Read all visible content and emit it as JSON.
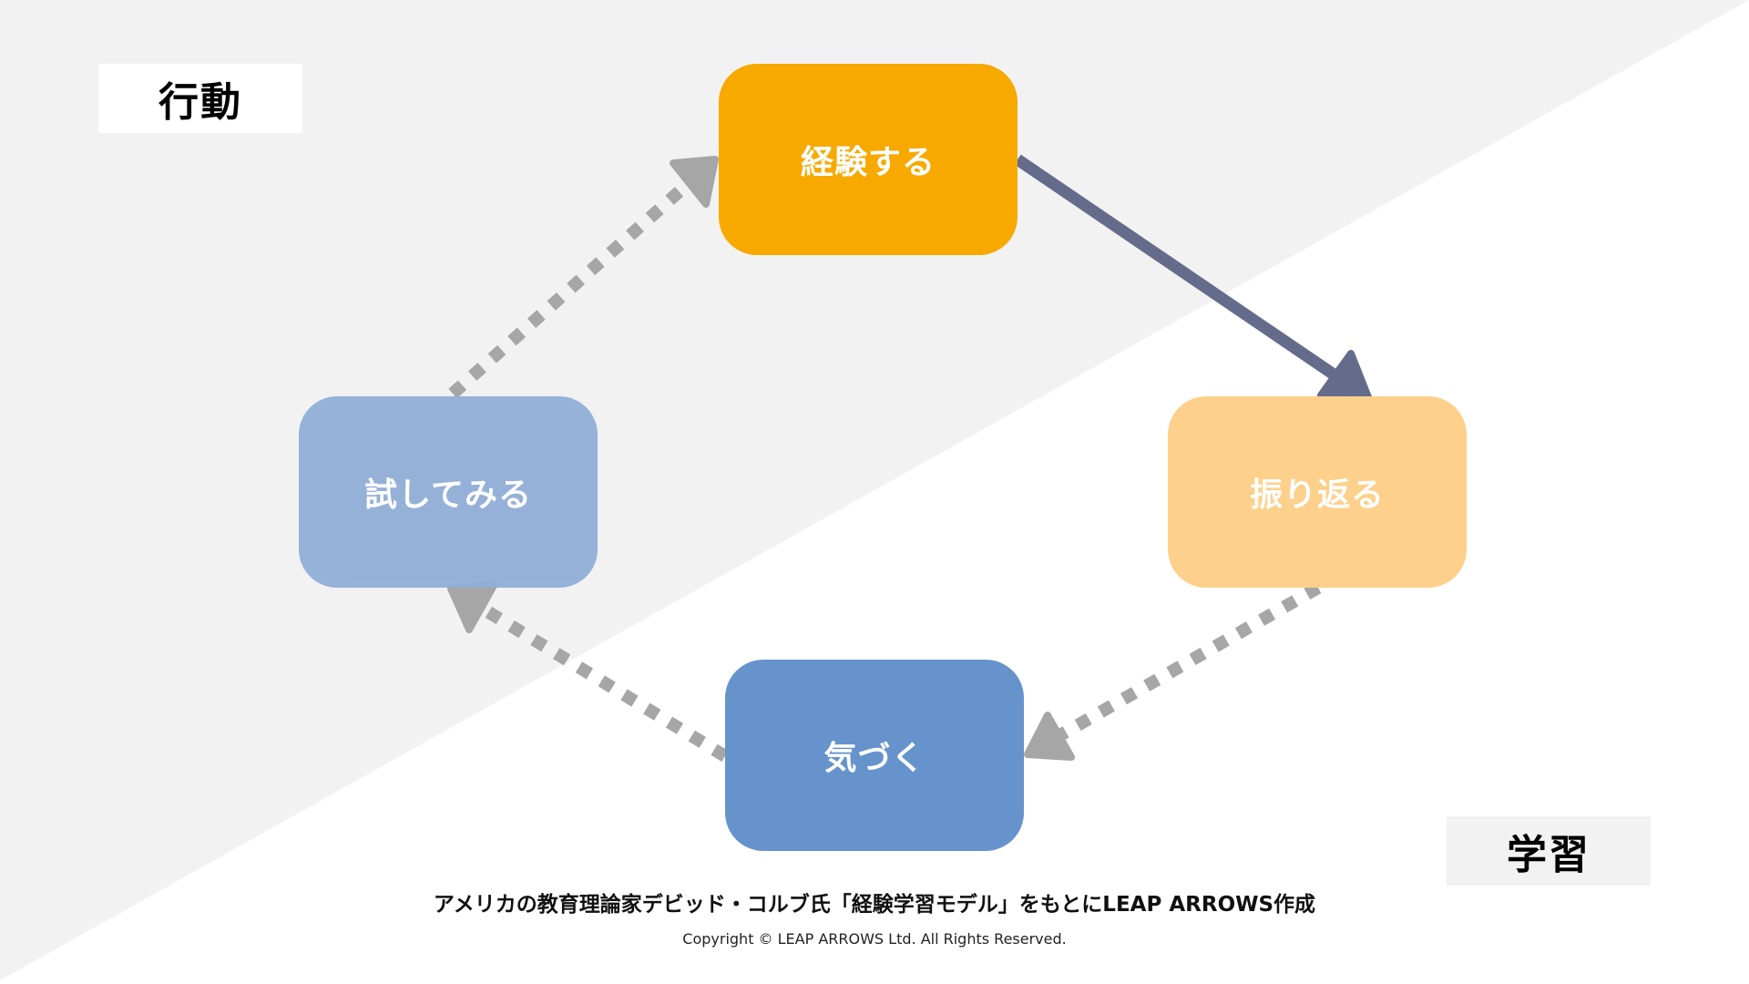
{
  "labels": {
    "action": "行動",
    "learning": "学習"
  },
  "cycle": {
    "nodes": [
      {
        "id": "experience",
        "label": "経験する",
        "color": "#F7A900"
      },
      {
        "id": "reflect",
        "label": "振り返る",
        "color": "#FDD08B"
      },
      {
        "id": "notice",
        "label": "気づく",
        "color": "#6693CC"
      },
      {
        "id": "try",
        "label": "試してみる",
        "color": "#8FADD6"
      }
    ],
    "arrows": [
      {
        "from": "experience",
        "to": "reflect",
        "style": "solid",
        "color": "#656B8A"
      },
      {
        "from": "reflect",
        "to": "notice",
        "style": "dotted",
        "color": "#A6A6A6"
      },
      {
        "from": "notice",
        "to": "try",
        "style": "dotted",
        "color": "#A6A6A6"
      },
      {
        "from": "try",
        "to": "experience",
        "style": "dotted",
        "color": "#A6A6A6"
      }
    ]
  },
  "background": {
    "upper_color": "#F2F2F2",
    "lower_color": "#FFFFFF"
  },
  "footer": {
    "caption": "アメリカの教育理論家デビッド・コルブ氏「経験学習モデル」をもとにLEAP ARROWS作成",
    "copyright": "Copyright © LEAP ARROWS Ltd. All Rights Reserved."
  }
}
